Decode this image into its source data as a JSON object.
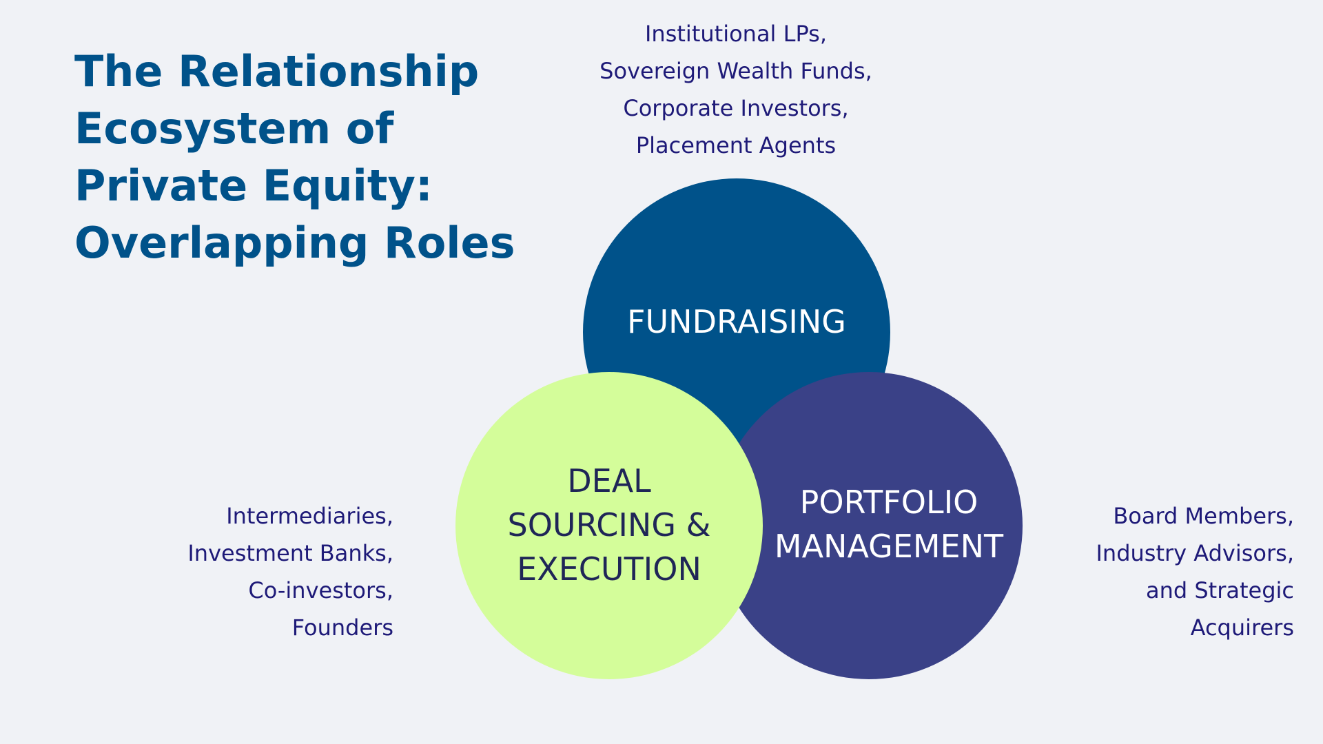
{
  "title": {
    "lines": [
      "The Relationship",
      "Ecosystem of",
      "Private Equity:",
      "Overlapping Roles"
    ]
  },
  "circles": {
    "fundraising": {
      "lines": [
        "FUNDRAISING"
      ],
      "color": "#00528a"
    },
    "deal": {
      "lines": [
        "DEAL",
        "SOURCING &",
        "EXECUTION"
      ],
      "color": "#d4fd9a"
    },
    "portfolio": {
      "lines": [
        "PORTFOLIO",
        "MANAGEMENT"
      ],
      "color": "#3a4187"
    }
  },
  "participants": {
    "top": [
      "Institutional LPs,",
      "Sovereign Wealth Funds,",
      "Corporate Investors,",
      "Placement Agents"
    ],
    "left": [
      "Intermediaries,",
      "Investment Banks,",
      "Co-investors,",
      "Founders"
    ],
    "right": [
      "Board Members,",
      "Industry Advisors,",
      "and Strategic",
      "Acquirers"
    ]
  }
}
